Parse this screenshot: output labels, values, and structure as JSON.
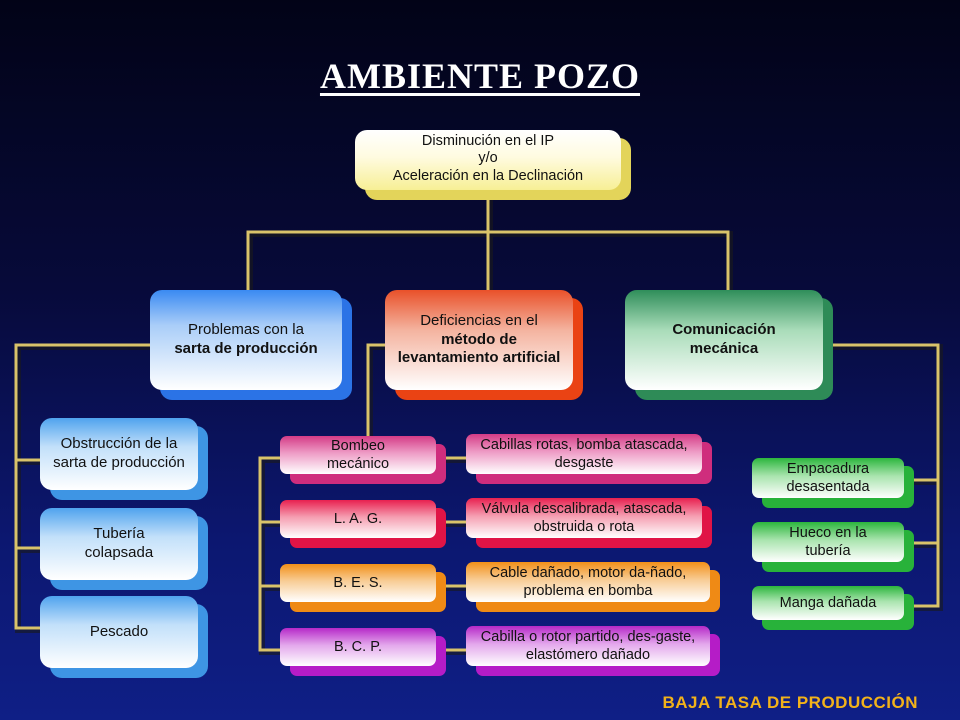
{
  "title": "AMBIENTE  POZO",
  "footer": "BAJA TASA DE PRODUCCIÓN",
  "root": {
    "line1": "Disminución en el IP",
    "line2": "y/o",
    "line3": "Aceleración en la Declinación"
  },
  "categories": {
    "sarta": {
      "pre": "Problemas con la",
      "bold": "sarta de producción"
    },
    "metodo": {
      "pre": "Deficiencias en el",
      "bold": "método de levantamiento artificial"
    },
    "comunicacion": {
      "bold": "Comunicación mecánica"
    }
  },
  "sarta_items": [
    "Obstrucción de la sarta de producción",
    "Tubería colapsada",
    "Pescado"
  ],
  "metodo_items": [
    {
      "method": "Bombeo mecánico",
      "problem": "Cabillas rotas, bomba atascada, desgaste"
    },
    {
      "method": "L. A. G.",
      "problem": "Válvula descalibrada, atascada, obstruida o rota"
    },
    {
      "method": "B. E. S.",
      "problem": "Cable dañado, motor da-ñado, problema en bomba"
    },
    {
      "method": "B. C. P.",
      "problem": "Cabilla o rotor partido, des-gaste, elastómero dañado"
    }
  ],
  "comunicacion_items": [
    "Empacadura desasentada",
    "Hueco en la tubería",
    "Manga dañada"
  ],
  "colors": {
    "connector": "#d9c36a",
    "title": "#ffffff",
    "footer": "#f2b21a",
    "root": "#f7ef95",
    "sarta": "#2b73e6",
    "metodo": "#ea4314",
    "comunicacion": "#2e8b57",
    "bombeo": "#cf2d7d",
    "lag": "#e01446",
    "bes": "#ef8a15",
    "bcp": "#b51cc7",
    "comunicacion_items": "#28b23a"
  }
}
